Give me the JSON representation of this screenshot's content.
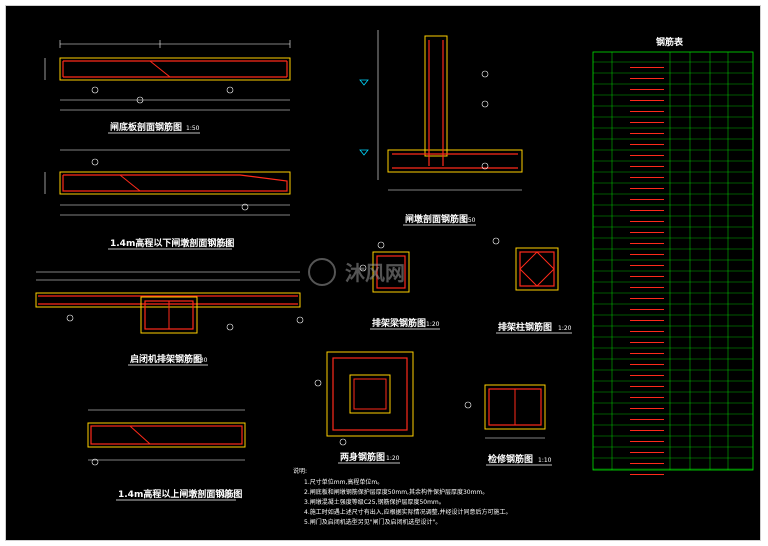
{
  "titles": {
    "bottom_plate": "闸底板剖面钢筋图",
    "wall_below": "1.4m高程以下闸墩剖面钢筋图",
    "gate_pier_sill": "启闭机排架钢筋图",
    "wall_above": "1.4m高程以上闸墩剖面钢筋图",
    "pier_section": "闸墩剖面钢筋图",
    "frame_beam": "排架梁钢筋图",
    "frame_column": "排架柱钢筋图",
    "two_beam": "两身钢筋图",
    "light_beam": "检修钢筋图"
  },
  "scales": {
    "s50": "1:50",
    "s30": "1:30",
    "s20": "1:20",
    "s10": "1:10"
  },
  "table": {
    "title": "钢筋表"
  },
  "notes": {
    "heading": "说明:",
    "lines": [
      "1.尺寸单位mm,高程单位m。",
      "2.闸底板和闸墩钢筋保护层厚度50mm,其余构件保护层厚度30mm。",
      "3.闸墩混凝土强度等级C25,钢筋保护层厚度50mm。",
      "4.施工时如遇上述尺寸有出入,应根据实际情况调整,并经设计同意后方可施工。",
      "5.闸门及启闭机选型另见\"闸门及启闭机选型设计\"。"
    ]
  },
  "watermark": {
    "text": "沐风网"
  },
  "colors": {
    "rebar": "#ff2a1a",
    "concrete": "#ffd100",
    "dim": "#ffffff",
    "table_line": "#00e000",
    "label": "#ffffff"
  }
}
